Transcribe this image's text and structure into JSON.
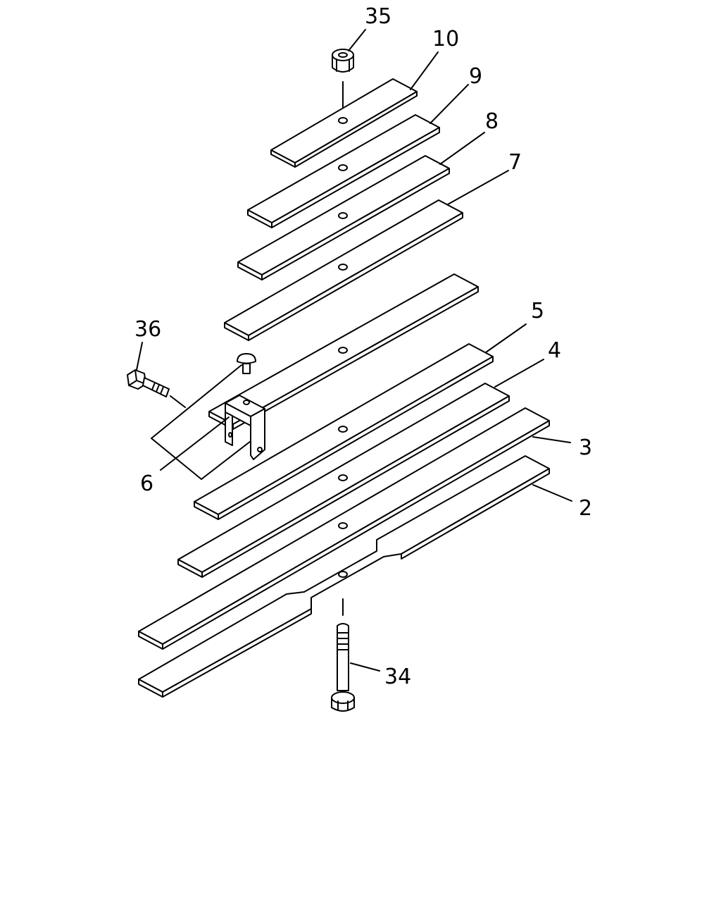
{
  "diagram": {
    "callouts": {
      "p35": "35",
      "p10": "10",
      "p9": "9",
      "p8": "8",
      "p7": "7",
      "p36": "36",
      "p5": "5",
      "p4": "4",
      "p3": "3",
      "p6": "6",
      "p2": "2",
      "p34": "34"
    }
  }
}
